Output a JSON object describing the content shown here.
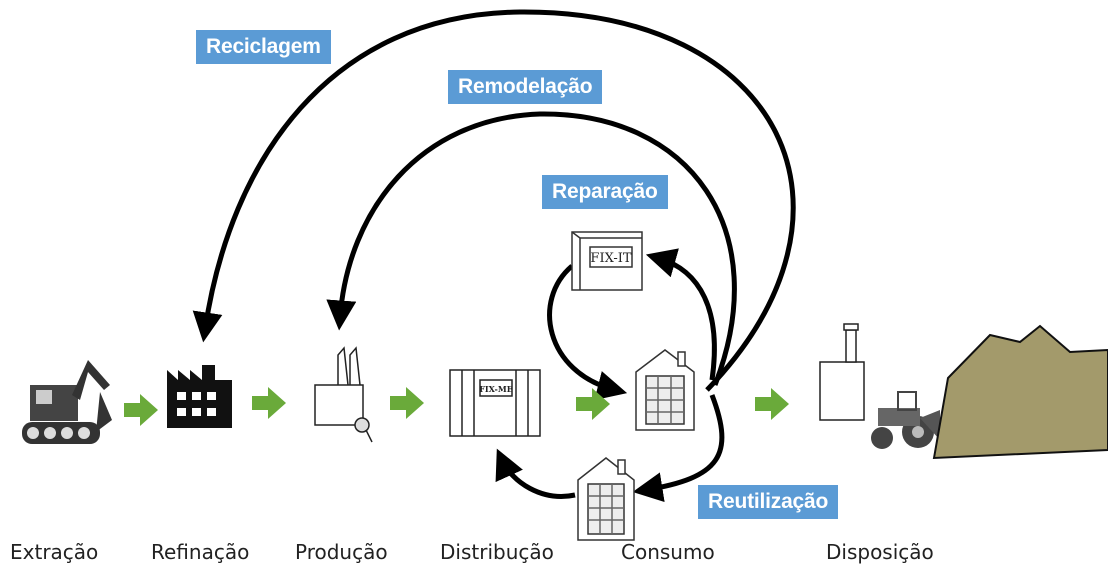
{
  "stages": [
    {
      "id": "extracao",
      "label": "Extração"
    },
    {
      "id": "refinacao",
      "label": "Refinação"
    },
    {
      "id": "producao",
      "label": "Produção"
    },
    {
      "id": "distribuicao",
      "label": "Distribução"
    },
    {
      "id": "consumo",
      "label": "Consumo"
    },
    {
      "id": "disposicao",
      "label": "Disposição"
    }
  ],
  "loops": {
    "reciclagem": "Reciclagem",
    "remodelacao": "Remodelação",
    "reparacao": "Reparação",
    "reutilizacao": "Reutilização"
  },
  "fix_sign": "FIX-IT",
  "shop_sign": "FIX-ME",
  "colors": {
    "label_bg": "#5b9bd5",
    "flow_arrow": "#6aaa3a",
    "loop_arrow": "#000000",
    "landfill": "#a39a6b"
  }
}
